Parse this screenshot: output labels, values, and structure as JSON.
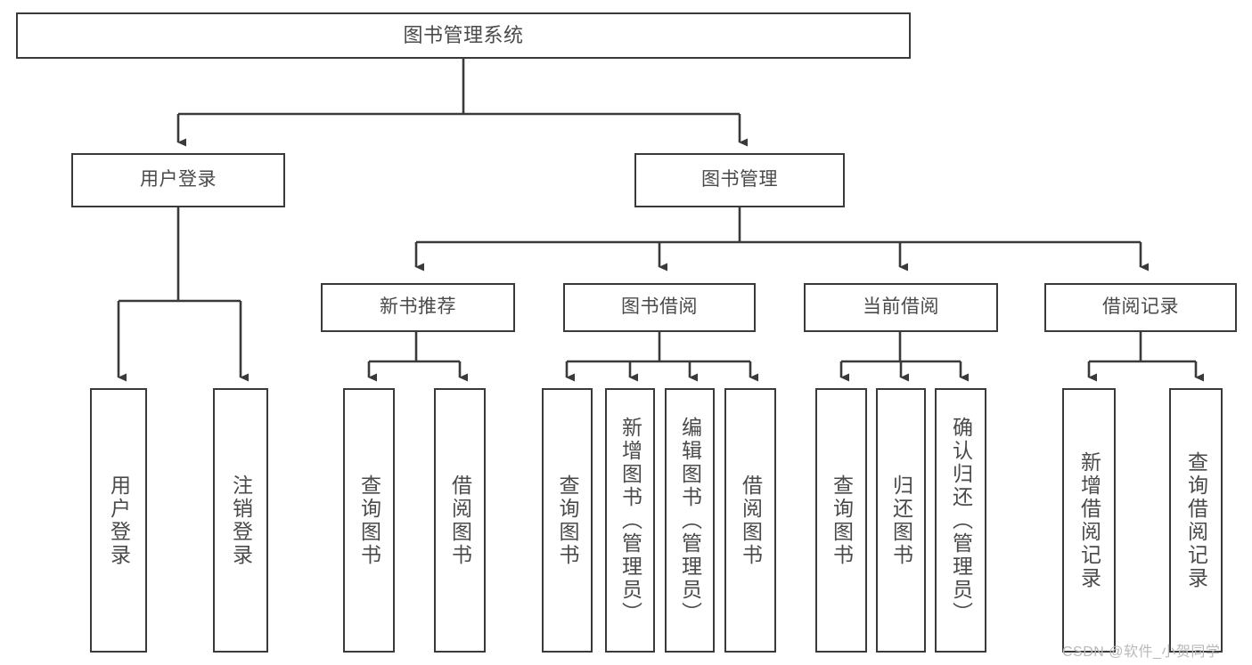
{
  "diagram": {
    "type": "tree-hierarchy-chart",
    "title": "图书管理系统",
    "stroke_color": "#3a3a3a",
    "text_color": "#4a4a4a",
    "background_color": "#ffffff",
    "root": {
      "id": "root",
      "label": "图书管理系统",
      "orientation": "horizontal"
    },
    "level1": [
      {
        "id": "user-login",
        "label": "用户登录",
        "orientation": "horizontal"
      },
      {
        "id": "book-management",
        "label": "图书管理",
        "orientation": "horizontal"
      }
    ],
    "level2": [
      {
        "id": "new-book-recommend",
        "label": "新书推荐",
        "orientation": "horizontal",
        "parent": "book-management"
      },
      {
        "id": "book-borrow",
        "label": "图书借阅",
        "orientation": "horizontal",
        "parent": "book-management"
      },
      {
        "id": "current-borrow",
        "label": "当前借阅",
        "orientation": "horizontal",
        "parent": "book-management"
      },
      {
        "id": "borrow-record",
        "label": "借阅记录",
        "orientation": "horizontal",
        "parent": "book-management"
      }
    ],
    "leaves": [
      {
        "id": "leaf-user-login",
        "label": "用户登录",
        "parent": "user-login",
        "orientation": "vertical"
      },
      {
        "id": "leaf-user-logout",
        "label": "注销登录",
        "parent": "user-login",
        "orientation": "vertical"
      },
      {
        "id": "leaf-query-book-1",
        "label": "查询图书",
        "parent": "new-book-recommend",
        "orientation": "vertical"
      },
      {
        "id": "leaf-borrow-book-1",
        "label": "借阅图书",
        "parent": "new-book-recommend",
        "orientation": "vertical"
      },
      {
        "id": "leaf-query-book-2",
        "label": "查询图书",
        "parent": "book-borrow",
        "orientation": "vertical"
      },
      {
        "id": "leaf-add-book",
        "label": "新增图书（管理员）",
        "parent": "book-borrow",
        "orientation": "vertical"
      },
      {
        "id": "leaf-edit-book",
        "label": "编辑图书（管理员）",
        "parent": "book-borrow",
        "orientation": "vertical"
      },
      {
        "id": "leaf-borrow-book-2",
        "label": "借阅图书",
        "parent": "book-borrow",
        "orientation": "vertical"
      },
      {
        "id": "leaf-query-book-3",
        "label": "查询图书",
        "parent": "current-borrow",
        "orientation": "vertical"
      },
      {
        "id": "leaf-return-book",
        "label": "归还图书",
        "parent": "current-borrow",
        "orientation": "vertical"
      },
      {
        "id": "leaf-confirm-return",
        "label": "确认归还（管理员）",
        "parent": "current-borrow",
        "orientation": "vertical"
      },
      {
        "id": "leaf-add-record",
        "label": "新增借阅记录",
        "parent": "borrow-record",
        "orientation": "vertical"
      },
      {
        "id": "leaf-query-record",
        "label": "查询借阅记录",
        "parent": "borrow-record",
        "orientation": "vertical"
      }
    ]
  },
  "watermark": {
    "text": "CSDN @软件_小贺同学"
  }
}
